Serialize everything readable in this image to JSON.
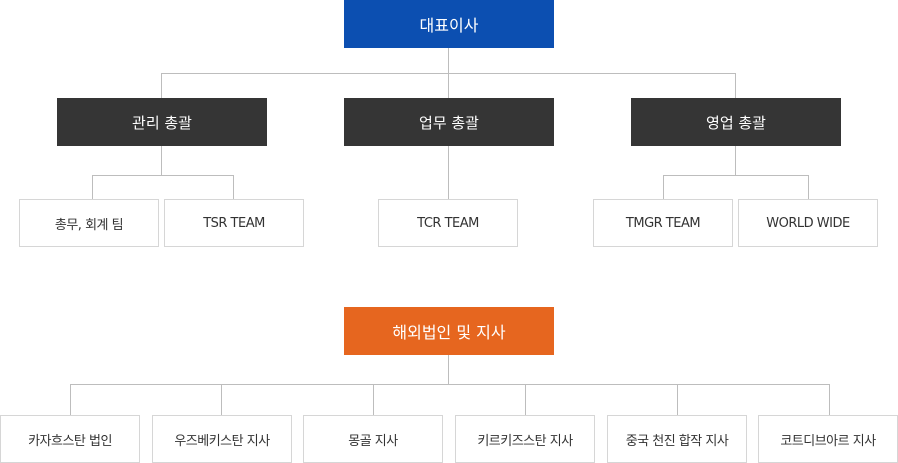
{
  "top": {
    "ceo": "대표이사",
    "divisions": [
      {
        "label": "관리 총괄",
        "teams": [
          "총무, 회계 팀",
          "TSR TEAM"
        ]
      },
      {
        "label": "업무 총괄",
        "teams": [
          "TCR TEAM"
        ]
      },
      {
        "label": "영업 총괄",
        "teams": [
          "TMGR TEAM",
          "WORLD WIDE"
        ]
      }
    ]
  },
  "overseas": {
    "title": "해외법인 및 지사",
    "branches": [
      "카자흐스탄 법인",
      "우즈베키스탄 지사",
      "몽골 지사",
      "키르키즈스탄 지사",
      "중국 천진 합작 지사",
      "코트디브아르 지사"
    ]
  },
  "colors": {
    "ceo": "#0c4fb1",
    "overseas": "#e6661f",
    "division": "#353535",
    "connector": "#bdbdbd",
    "leaf_border": "#d6d6d6"
  }
}
